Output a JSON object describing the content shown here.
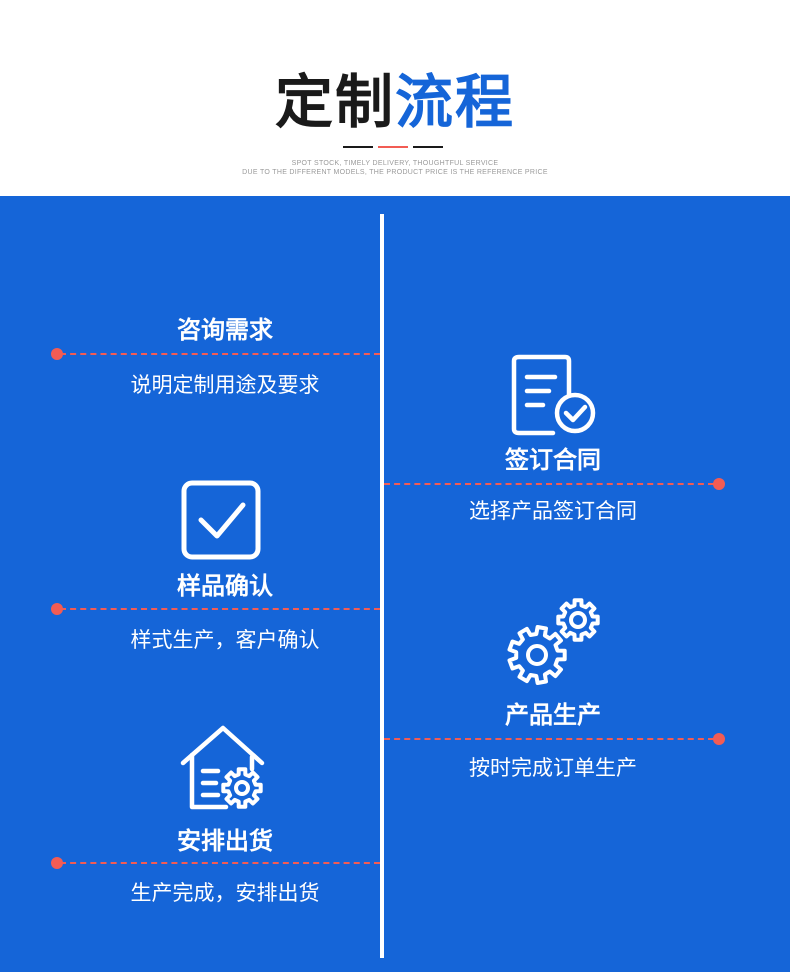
{
  "header": {
    "title_dark": "定制",
    "title_blue": "流程",
    "subtitle_line1": "SPOT STOCK, TIMELY DELIVERY, THOUGHTFUL SERVICE",
    "subtitle_line2": "DUE TO THE DIFFERENT MODELS, THE PRODUCT PRICE IS THE REFERENCE PRICE"
  },
  "colors": {
    "accent_blue": "#1565d8",
    "accent_red": "#f25c54",
    "dark": "#1a1a1a"
  },
  "steps": [
    {
      "title": "咨询需求",
      "desc": "说明定制用途及要求",
      "icon": "none"
    },
    {
      "title": "签订合同",
      "desc": "选择产品签订合同",
      "icon": "contract-check-icon"
    },
    {
      "title": "样品确认",
      "desc": "样式生产，客户确认",
      "icon": "checkbox-icon"
    },
    {
      "title": "产品生产",
      "desc": "按时完成订单生产",
      "icon": "gears-icon"
    },
    {
      "title": "安排出货",
      "desc": "生产完成，安排出货",
      "icon": "warehouse-gear-icon"
    }
  ]
}
